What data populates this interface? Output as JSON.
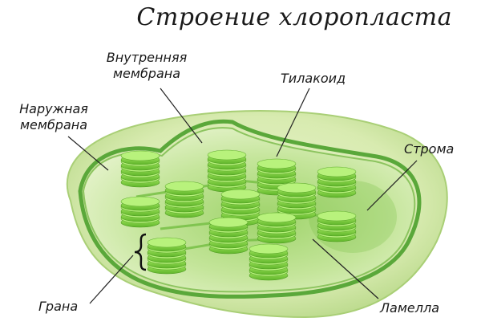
{
  "title": "Строение хлоропласта",
  "labels": {
    "inner_membrane": [
      "Внутренняя",
      "мембрана"
    ],
    "outer_membrane": [
      "Наружная",
      "мембрана"
    ],
    "thylakoid": "Тилакоид",
    "stroma": "Строма",
    "granum": "Грана",
    "lamella": "Ламелла"
  },
  "colors": {
    "outer_membrane": "#cfe6a3",
    "inner_membrane": "#8fc65a",
    "stroma": "#c7e49c",
    "granum_disc": "#7fd03a",
    "granum_top": "#b6f07a"
  }
}
